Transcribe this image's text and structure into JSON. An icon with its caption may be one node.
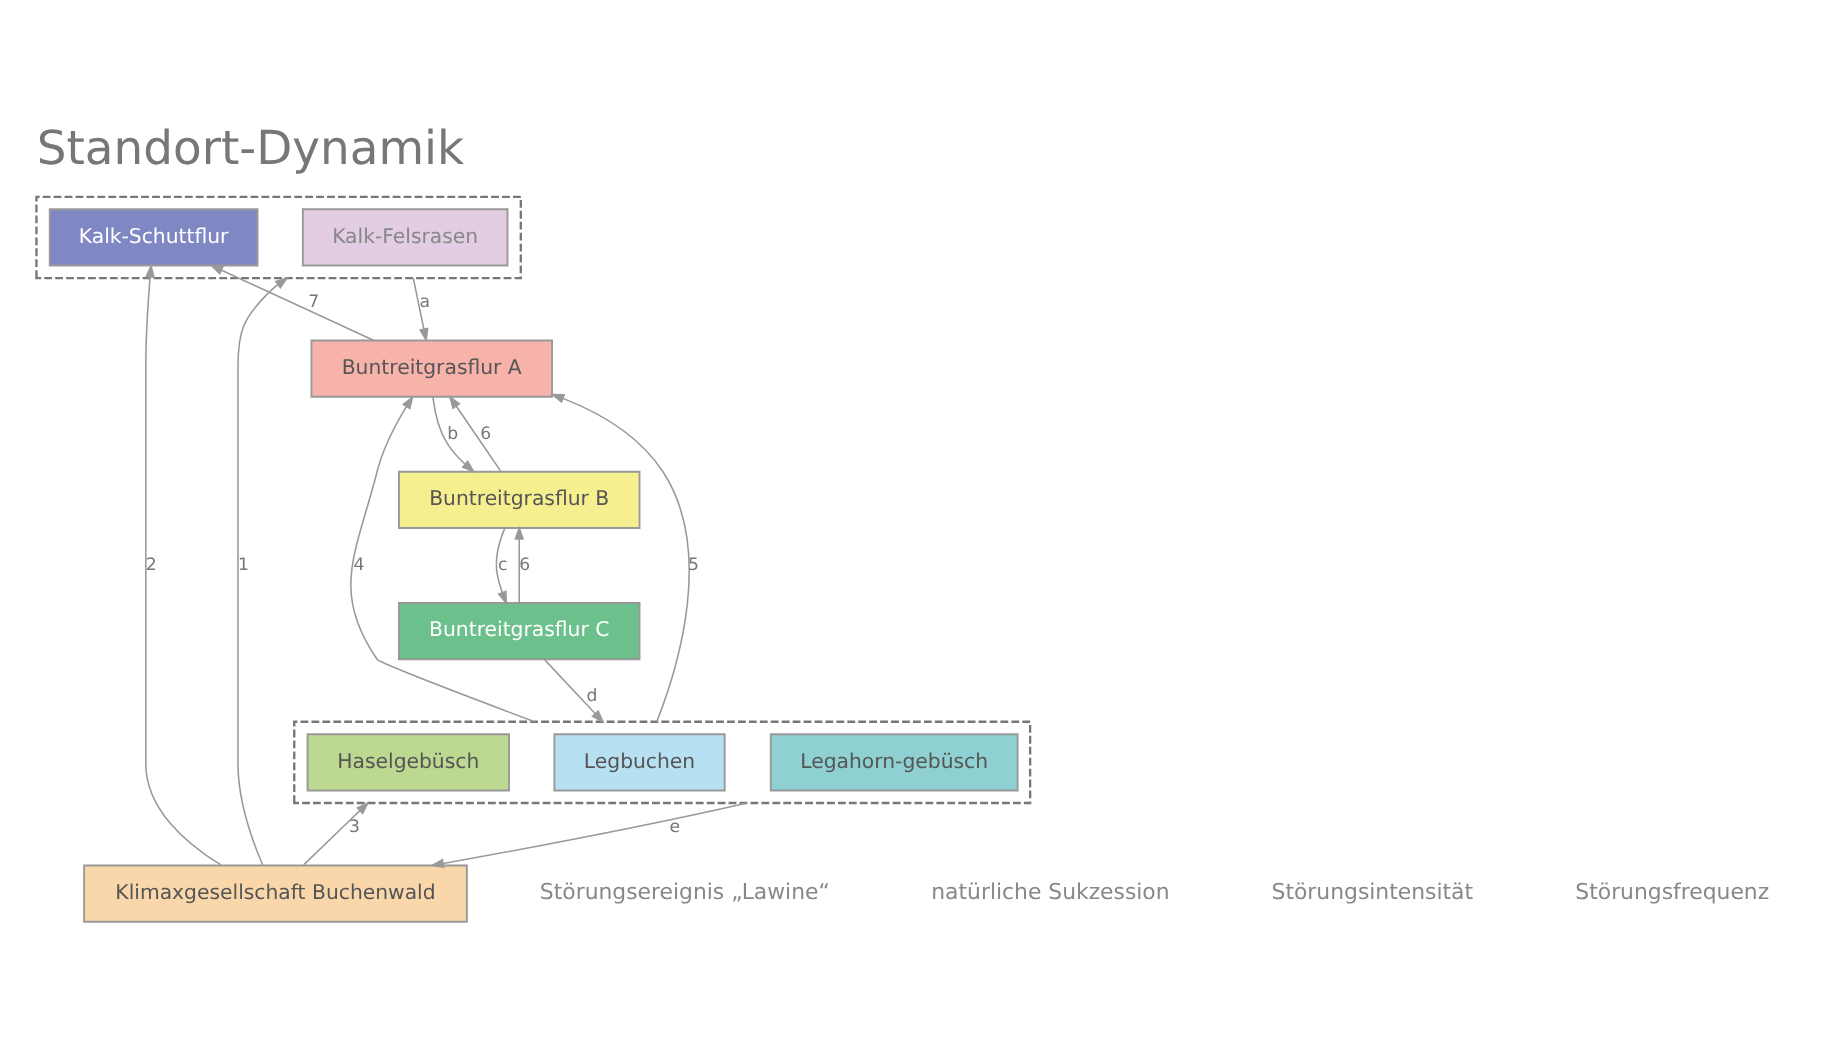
{
  "diagram": {
    "title": "Standort-Dynamik",
    "nodes": [
      {
        "text": [],
        "shape": "box"
      },
      {
        "text": [
          "Kalk-Schuttflur"
        ],
        "in": 0
      },
      {
        "text": [
          "Kalk-Felsrasen"
        ],
        "in": 0
      },
      {
        "text": [
          "Buntreitgrasflur A"
        ]
      },
      {
        "text": [
          "Buntreitgrasflur B"
        ]
      },
      {
        "text": [
          "Buntreitgrasflur C"
        ]
      },
      {
        "text": [],
        "shape": "box"
      },
      {
        "text": [
          "Haselgebüsch"
        ],
        "in": 6
      },
      {
        "text": [
          "Legbuchen"
        ],
        "in": 6
      },
      {
        "text": [
          "Legahorn-gebüsch"
        ],
        "in": 6
      },
      {
        "text": [
          "Klimaxgesellschaft Buchenwald"
        ]
      }
    ],
    "edges": [
      {
        "from": 10,
        "to": 0,
        "arrow": "to",
        "label": "1"
      },
      {
        "from": 10,
        "to": 1,
        "arrow": "to",
        "label": "2"
      },
      {
        "from": 10,
        "to": 6,
        "arrow": "to",
        "label": "3"
      },
      {
        "from": 6,
        "to": 3,
        "arrow": "to",
        "label": "4"
      },
      {
        "from": 6,
        "to": 3,
        "arrow": "to",
        "label": "5"
      },
      {
        "from": 5,
        "to": 4,
        "arrow": "to",
        "label": "6"
      },
      {
        "from": 4,
        "to": 3,
        "arrow": "to",
        "label": "6"
      },
      {
        "from": 3,
        "to": 1,
        "arrow": "to",
        "label": "7"
      },
      {
        "from": 0,
        "to": 3,
        "arrow": "to",
        "label": "a"
      },
      {
        "from": 3,
        "to": 4,
        "arrow": "to",
        "label": "b"
      },
      {
        "from": 4,
        "to": 5,
        "arrow": "to",
        "label": "c"
      },
      {
        "from": 5,
        "to": 6,
        "arrow": "to",
        "label": "d"
      },
      {
        "from": 6,
        "to": 10,
        "arrow": "to",
        "label": "e"
      }
    ],
    "labels": [
      "Störungsereignis „Lawine“",
      "natürliche Sukzession",
      "Störungsintensität",
      "Störungsfrequenz"
    ]
  }
}
